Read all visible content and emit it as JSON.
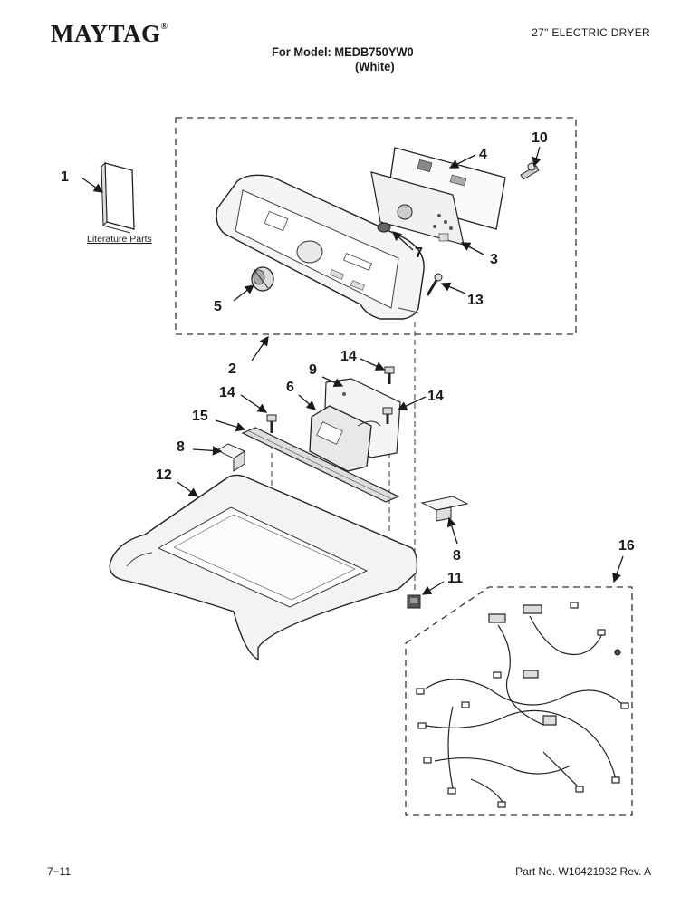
{
  "header": {
    "brand": "MAYTAG",
    "brand_mark": "®",
    "product_type": "27\" ELECTRIC DRYER",
    "model_line": "For Model: MEDB750YW0",
    "color_line": "(White)"
  },
  "diagram": {
    "literature_label": "Literature Parts",
    "callouts": {
      "c1": "1",
      "c2": "2",
      "c3": "3",
      "c4": "4",
      "c5": "5",
      "c6": "6",
      "c7": "7",
      "c8a": "8",
      "c8b": "8",
      "c9": "9",
      "c10": "10",
      "c11": "11",
      "c12": "12",
      "c13": "13",
      "c14a": "14",
      "c14b": "14",
      "c14c": "14",
      "c15": "15",
      "c16": "16"
    }
  },
  "footer": {
    "page_number": "7−11",
    "part_number": "Part No. W10421932 Rev. A"
  }
}
